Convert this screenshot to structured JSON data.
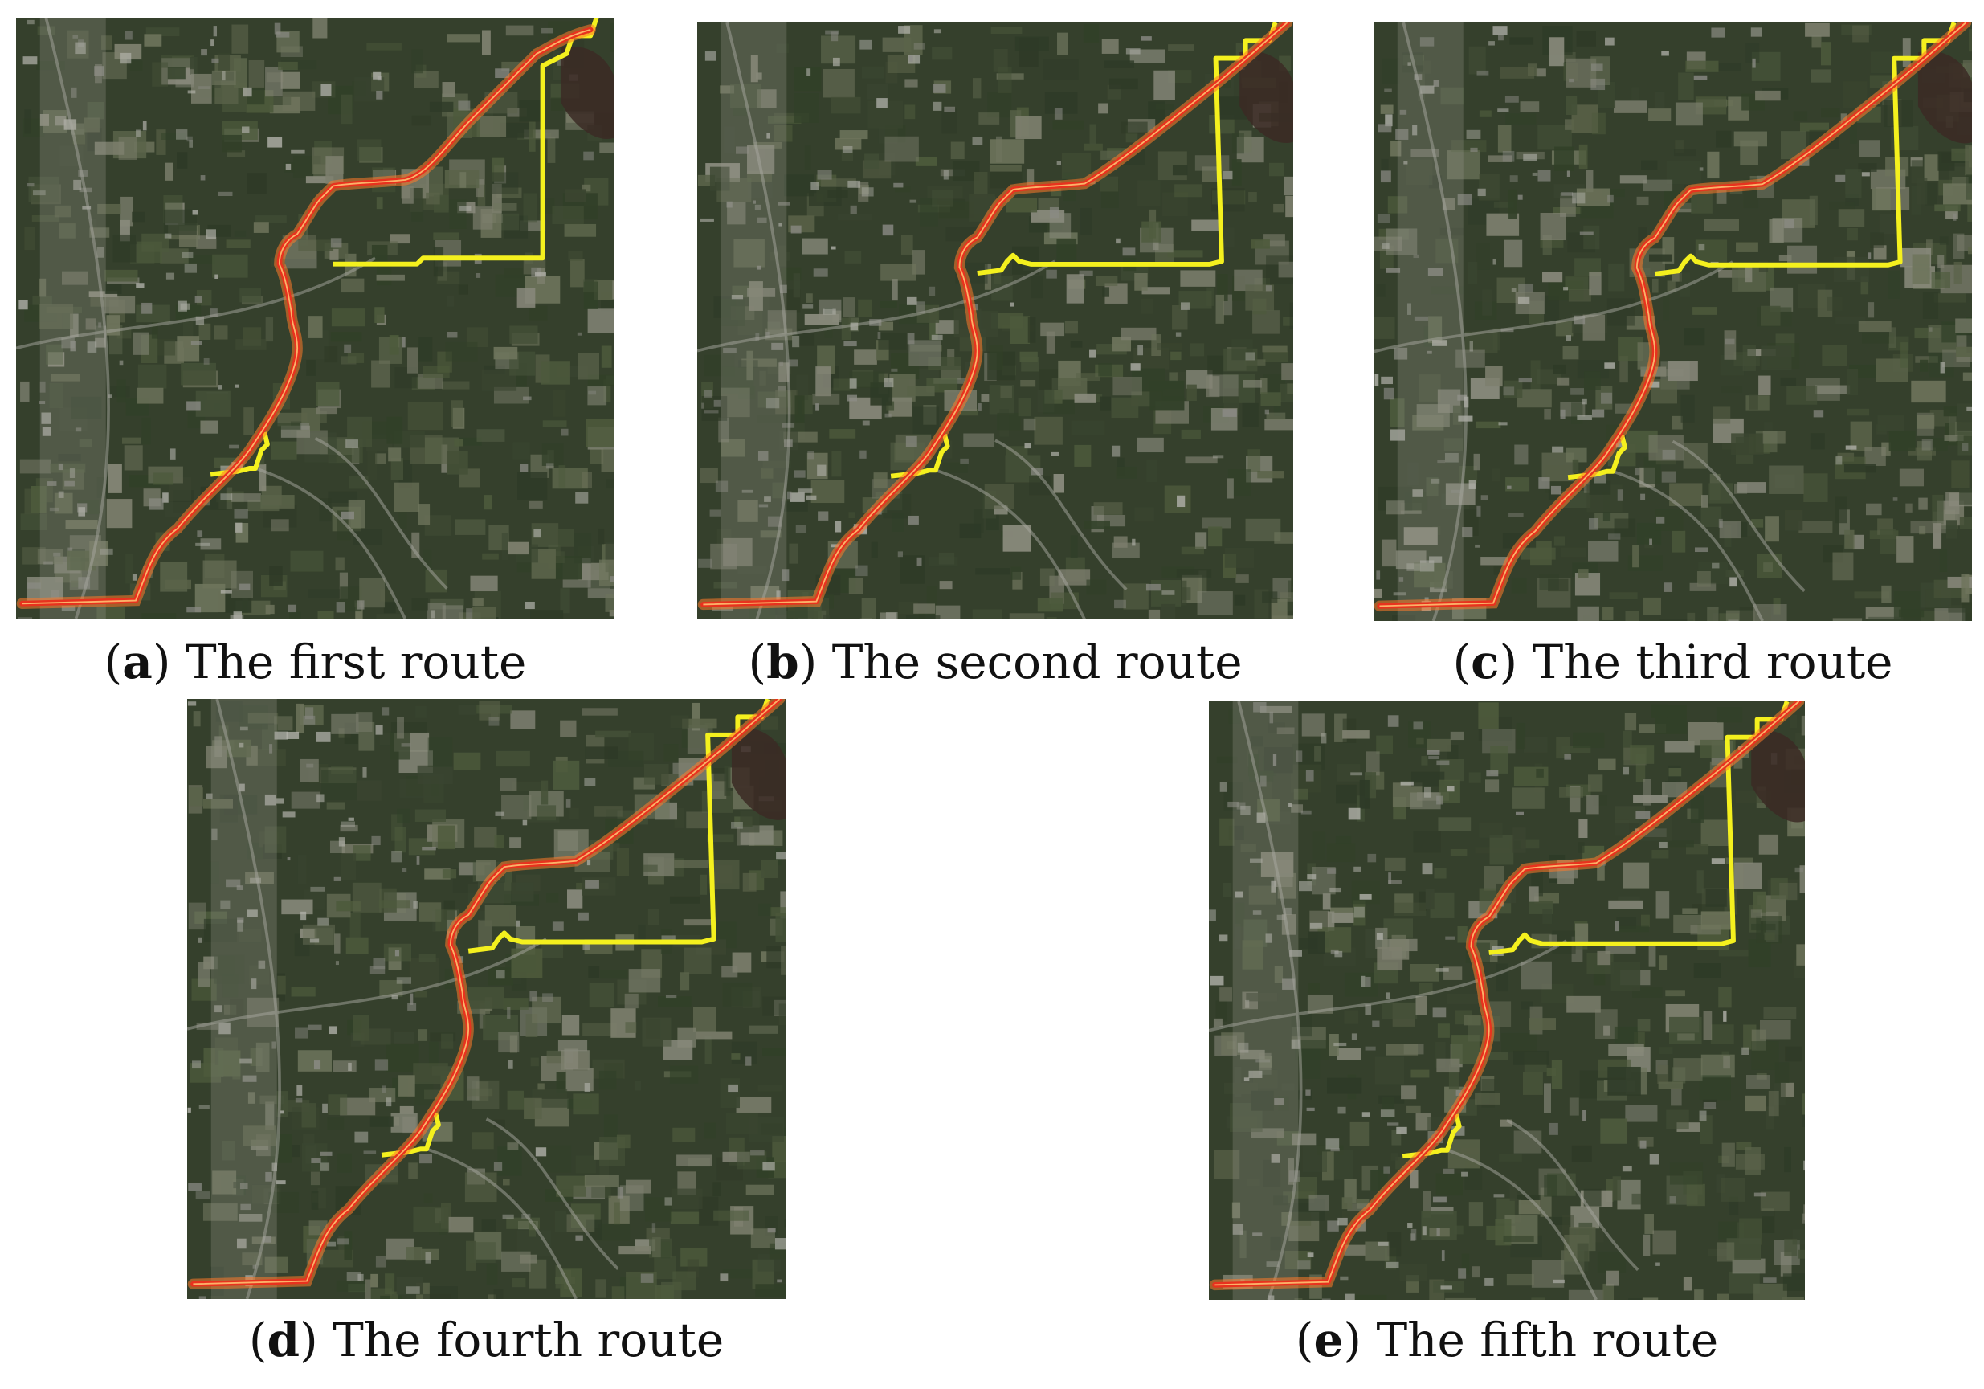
{
  "figure": {
    "panels": [
      {
        "id": "a",
        "letter": "a",
        "title": "The first route"
      },
      {
        "id": "b",
        "letter": "b",
        "title": "The second route"
      },
      {
        "id": "c",
        "letter": "c",
        "title": "The third route"
      },
      {
        "id": "d",
        "letter": "d",
        "title": "The fourth route"
      },
      {
        "id": "e",
        "letter": "e",
        "title": "The fifth route"
      }
    ]
  },
  "colors": {
    "red_route": "#e8321e",
    "yellow_route": "#f4f01e",
    "terrain_dark": "#35402c",
    "terrain_mid": "#56604a",
    "urban": "#8c8c86"
  }
}
